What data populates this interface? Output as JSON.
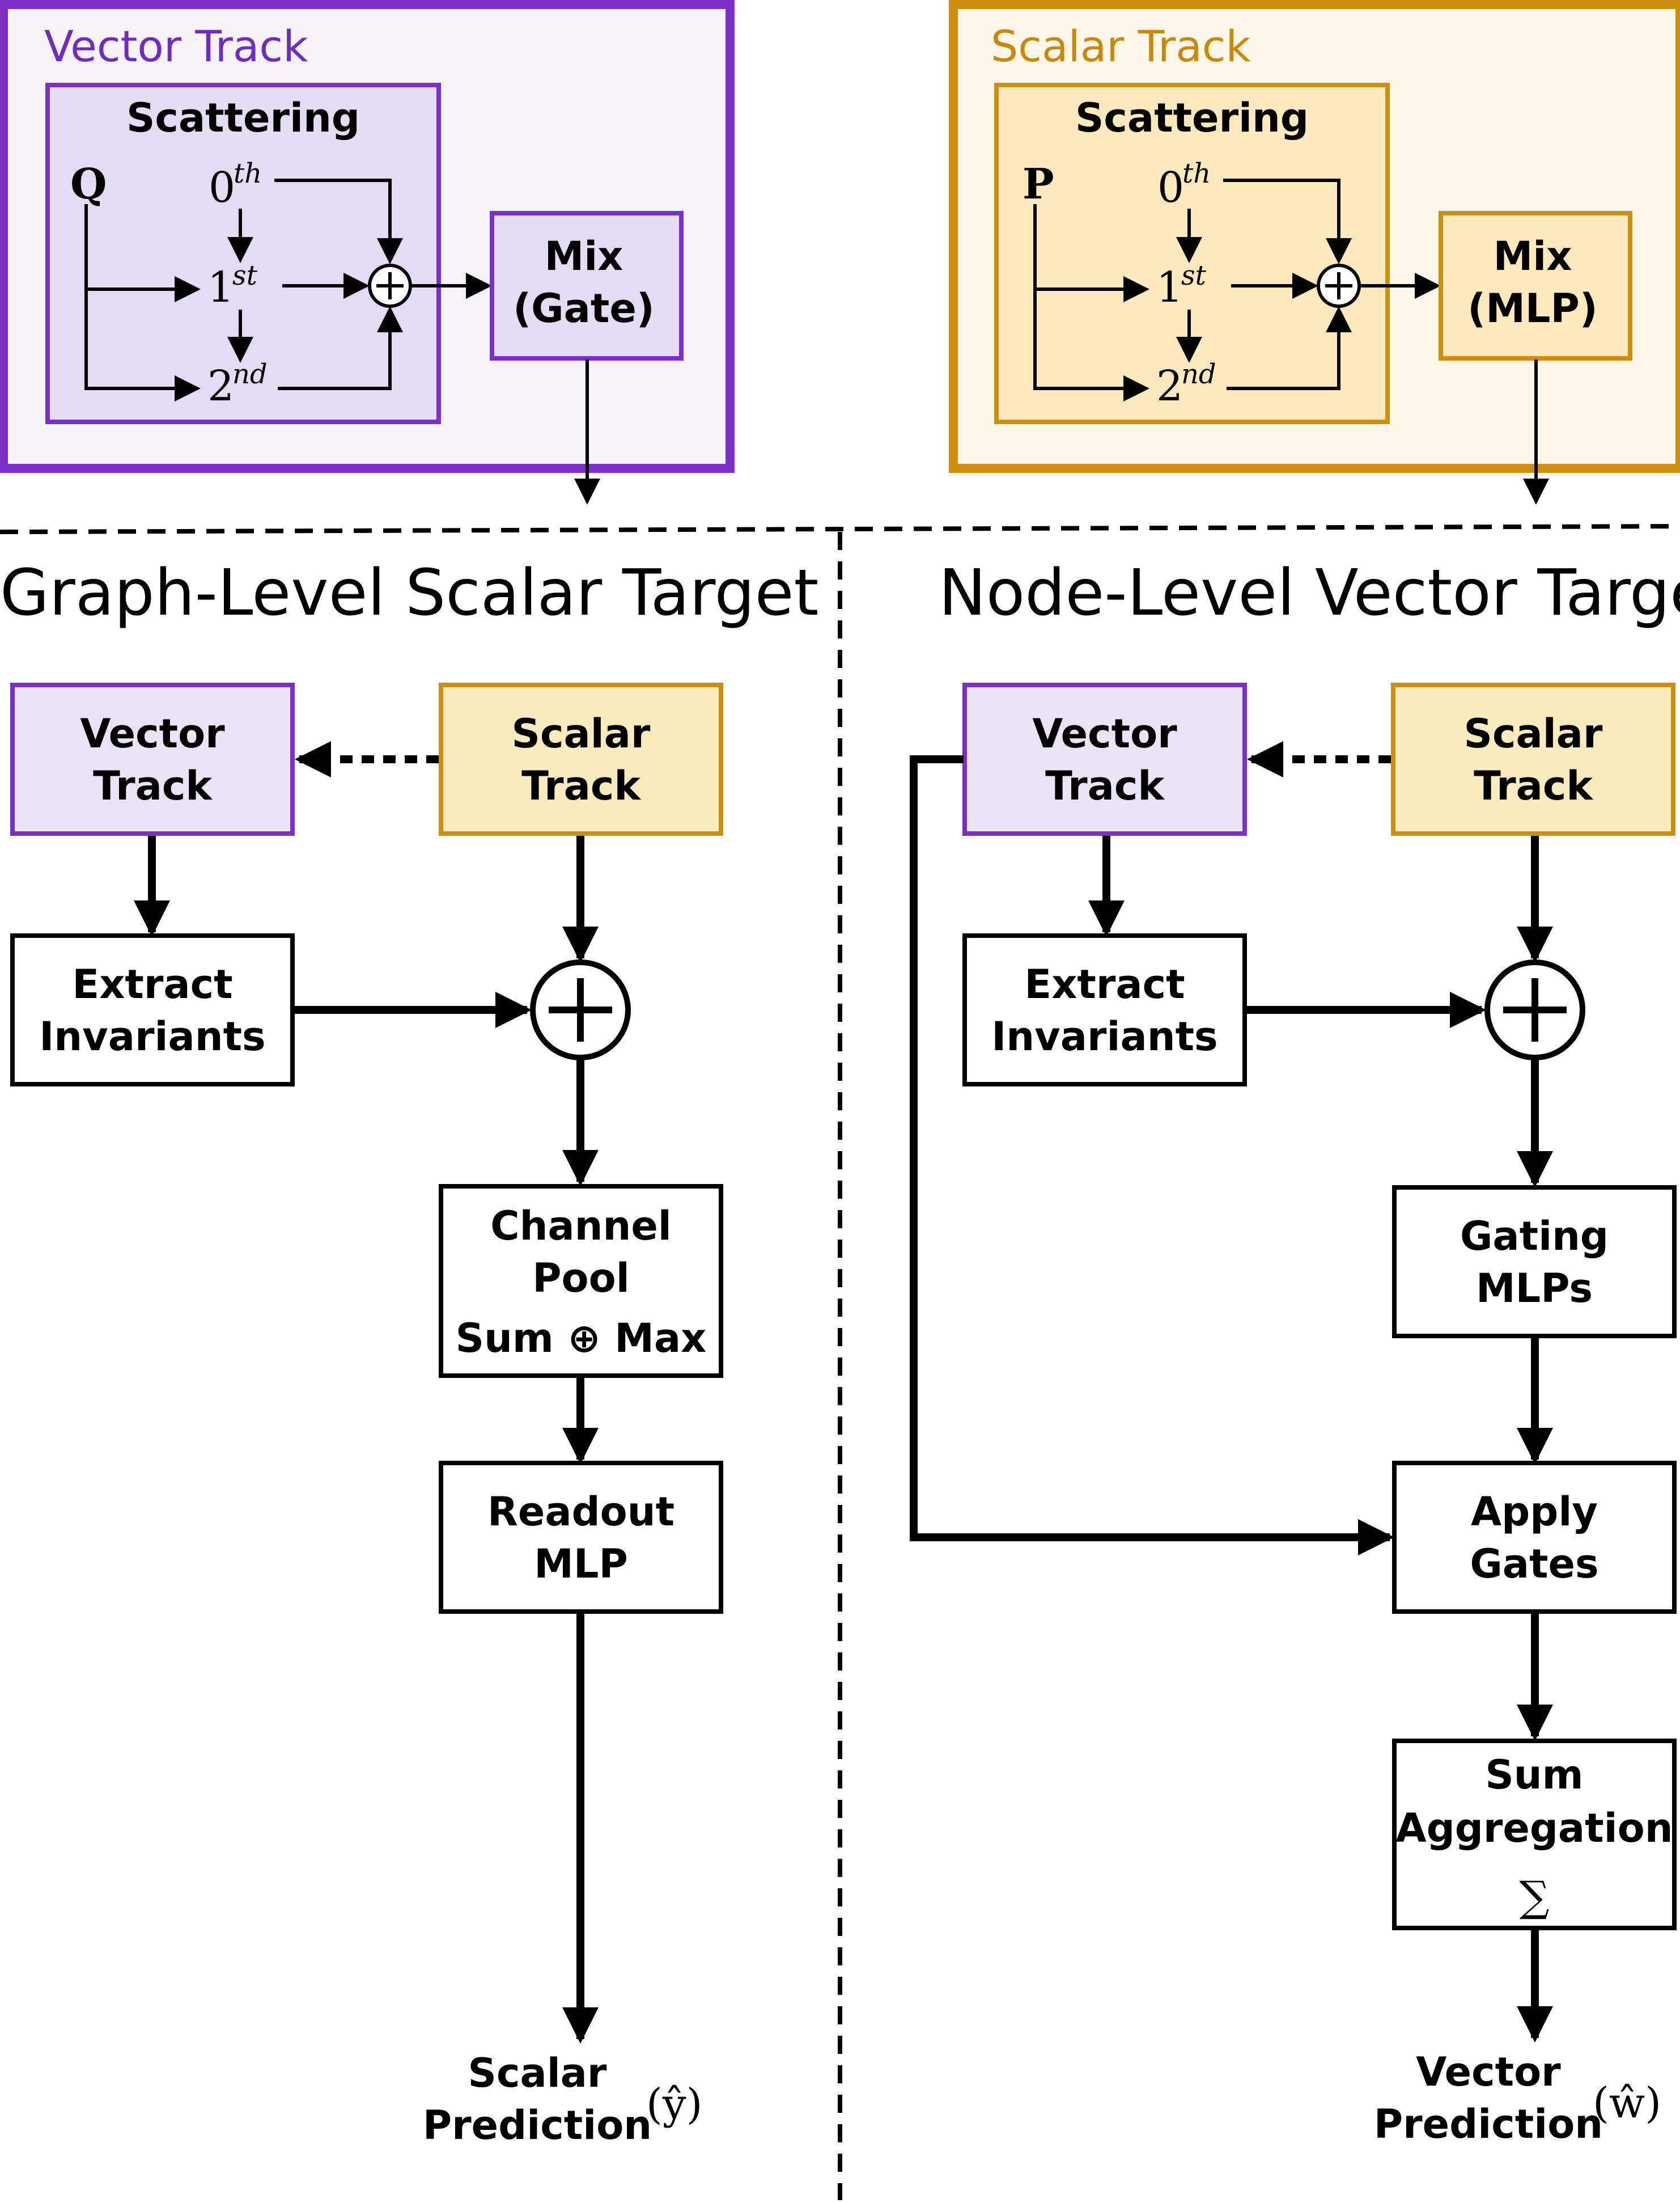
{
  "top": {
    "vector_track": {
      "title": "Vector Track",
      "scattering_label": "Scattering",
      "input_symbol": "Q",
      "orders": [
        "0",
        "1",
        "2"
      ],
      "order_sups": [
        "th",
        "st",
        "nd"
      ],
      "sum_symbol": "⊕",
      "mix_line1": "Mix",
      "mix_line2": "(Gate)"
    },
    "scalar_track": {
      "title": "Scalar Track",
      "scattering_label": "Scattering",
      "input_symbol": "P",
      "orders": [
        "0",
        "1",
        "2"
      ],
      "order_sups": [
        "th",
        "st",
        "nd"
      ],
      "sum_symbol": "⊕",
      "mix_line1": "Mix",
      "mix_line2": "(MLP)"
    }
  },
  "left": {
    "heading": "Graph-Level Scalar Target",
    "vector_track": [
      "Vector",
      "Track"
    ],
    "scalar_track": [
      "Scalar",
      "Track"
    ],
    "extract": [
      "Extract",
      "Invariants"
    ],
    "channel_pool": [
      "Channel",
      "Pool",
      "Sum ⊕ Max"
    ],
    "readout": [
      "Readout",
      "MLP"
    ],
    "output": [
      "Scalar",
      "Prediction"
    ],
    "output_symbol": "(ŷ)"
  },
  "right": {
    "heading": "Node-Level Vector Target",
    "vector_track": [
      "Vector",
      "Track"
    ],
    "scalar_track": [
      "Scalar",
      "Track"
    ],
    "extract": [
      "Extract",
      "Invariants"
    ],
    "gating": [
      "Gating",
      "MLPs"
    ],
    "apply": [
      "Apply",
      "Gates"
    ],
    "sum_agg": [
      "Sum",
      "Aggregation"
    ],
    "sum_symbol": "∑",
    "output": [
      "Vector",
      "Prediction"
    ],
    "output_symbol": "(ŵ)"
  },
  "colors": {
    "vector_border": "#7a30c4",
    "vector_fill_outer": "#f6f3fa",
    "vector_fill_inner": "#e6dbf4",
    "scalar_border": "#cc8f10",
    "scalar_fill_outer": "#fdf7ea",
    "scalar_fill_inner": "#fde9bd"
  }
}
